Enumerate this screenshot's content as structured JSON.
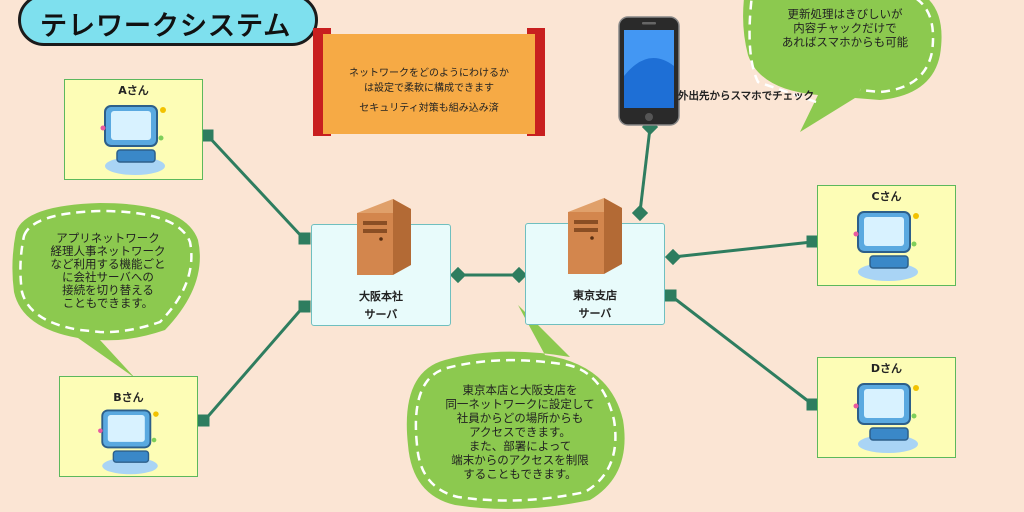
{
  "title": "テレワークシステム",
  "banner": {
    "line1": "ネットワークをどのようにわけるか",
    "line2": "は設定で柔軟に構成できます",
    "line3": "セキュリティ対策も組み込み済"
  },
  "users": {
    "a": "Aさん",
    "b": "Bさん",
    "c": "Cさん",
    "d": "Dさん"
  },
  "servers": {
    "osaka": {
      "name": "大阪本社",
      "role": "サーバ"
    },
    "tokyo": {
      "name": "東京支店",
      "role": "サーバ"
    }
  },
  "phone_caption": "外出先からスマホでチェック",
  "bubble_top_right": [
    "更新処理はきびしいが",
    "内容チャックだけで",
    "あればスマホからも可能"
  ],
  "bubble_left": [
    "アプリネットワーク",
    "経理人事ネットワーク",
    "など利用する機能ごと",
    "に会社サーバへの",
    "接続を切り替える",
    "こともできます。"
  ],
  "bubble_bottom": [
    "東京本店と大阪支店を",
    "同一ネットワークに設定して",
    "社員からどの場所からも",
    "アクセスできます。",
    "また、部署によって",
    "端末からのアクセスを制限",
    "することもできます。"
  ],
  "colors": {
    "background": "#fbe5d4",
    "connector": "#2e7d5f",
    "bubble": "#8cc94f",
    "title_pill": "#7ee0ee",
    "banner": "#f6aa45",
    "banner_curl": "#c81f1f"
  }
}
